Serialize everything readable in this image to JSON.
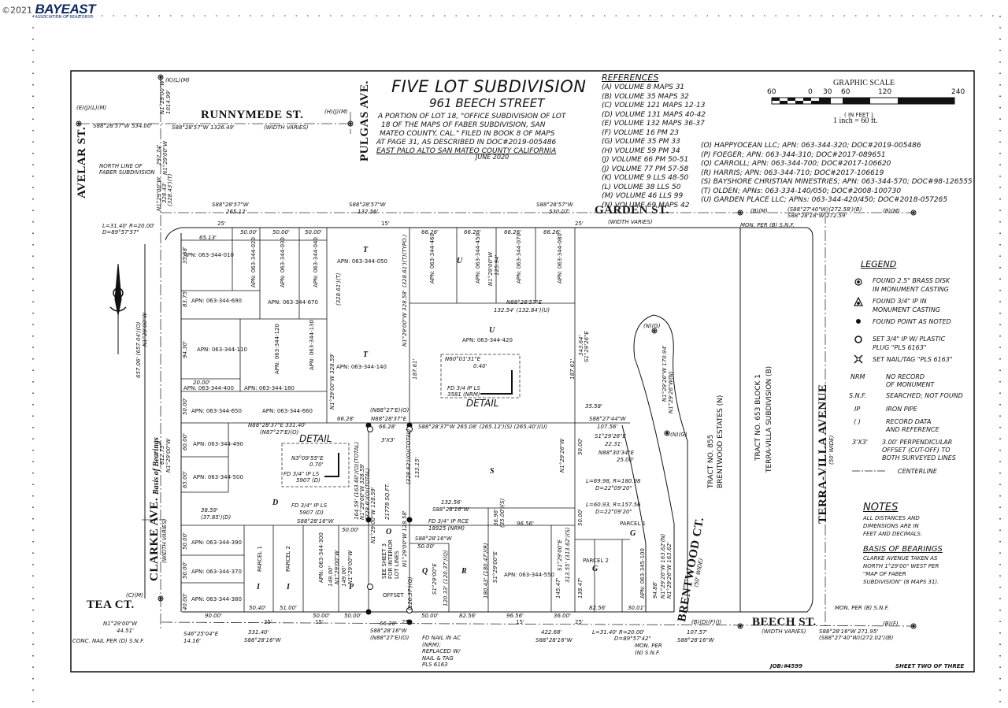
{
  "watermark": {
    "copyright": "©2021",
    "logo": "BAYEAST",
    "logo_sub": "ASSOCIATION OF REALTORS®"
  },
  "title": {
    "main": "FIVE LOT SUBDIVISION",
    "address": "961 BEECH STREET",
    "desc_lines": [
      "A PORTION OF LOT 18, \"OFFICE SUBDIVISION OF LOT",
      "18 OF THE MAPS OF FABER SUBDIVISION, SAN",
      "MATEO COUNTY, CAL.\" FILED IN BOOK 8 OF MAPS",
      "AT PAGE 31, AS DESCRIBED IN DOC#2019-005486",
      "EAST PALO ALTO  SAN MATEO COUNTY  CALIFORNIA"
    ],
    "date": "JUNE 2020"
  },
  "references": {
    "heading": "REFERENCES",
    "items": [
      "(A)  VOLUME 8 MAPS 31",
      "(B)  VOLUME 35 MAPS 32",
      "(C)  VOLUME 121 MAPS 12-13",
      "(D)  VOLUME 131 MAPS 40-42",
      "(E)  VOLUME 132 MAPS 36-37",
      "(F)  VOLUME 16 PM 23",
      "(G)  VOLUME 35 PM 33",
      "(H)  VOLUME 59 PM 34",
      "(J)  VOLUME 66 PM 50-51",
      "(J)  VOLUME 77 PM 57-58",
      "(K)  VOLUME 9 LLS 48-50",
      "(L)  VOLUME 38 LLS 50",
      "(M)  VOLUME 46 LLS 99",
      "(N)  VOLUME 69 MAPS 42"
    ],
    "owners": [
      "(O)  HAPPYOCEAN LLC;  APN: 063-344-320;  DOC#2019-005486",
      "(P)  FOEGER;  APN: 063-344-310;  DOC#2017-089651",
      "(Q)  CARROLL;  APN: 063-344-700;  DOC#2017-106620",
      "(R)  HARRIS;  APN: 063-344-710;  DOC#2017-106619",
      "(S)  BAYSHORE CHRISTIAN MINESTRIES;  APN: 063-344-570;  DOC#98-126555",
      "(T)  OLDEN;  APNs: 063-334-140/050;  DOC#2008-100730",
      "(U)  GARDEN PLACE LLC;  APNs: 063-344-420/450;  DOC#2018-057265"
    ]
  },
  "scale": {
    "heading": "GRAPHIC SCALE",
    "ticks": [
      "60",
      "0",
      "30",
      "60",
      "120",
      "240"
    ],
    "unit": "( IN FEET )",
    "ratio": "1 inch = 60 ft."
  },
  "legend": {
    "heading": "LEGEND",
    "symbols": [
      {
        "icon": "brass-disk",
        "text": [
          "FOUND 2.5\" BRASS DISK",
          "IN MONUMENT CASTING"
        ]
      },
      {
        "icon": "iron-pipe",
        "text": [
          "FOUND 3/4\" IP IN",
          "MONUMENT CASTING"
        ]
      },
      {
        "icon": "found-point",
        "text": [
          "FOUND POINT AS NOTED"
        ]
      },
      {
        "icon": "set-pipe",
        "text": [
          "SET 3/4\" IP W/ PLASTIC",
          "PLUG \"PLS 6163\""
        ]
      },
      {
        "icon": "set-nail",
        "text": [
          "SET NAIL/TAG \"PLS 6163\""
        ]
      }
    ],
    "abbreviations": [
      {
        "key": "NRM",
        "text": [
          "NO RECORD",
          "OF MONUMENT"
        ]
      },
      {
        "key": "S.N.F.",
        "text": [
          "SEARCHED; NOT FOUND"
        ]
      },
      {
        "key": "IP",
        "text": [
          "IRON PIPE"
        ]
      },
      {
        "key": "( )",
        "text": [
          "RECORD DATA",
          "AND REFERENCE"
        ]
      },
      {
        "key": "3'X3'",
        "text": [
          "3.00' PERPENDICULAR",
          "OFFSET (CUT-OFF) TO",
          "BOTH SURVEYED LINES"
        ]
      },
      {
        "key": "",
        "text": [
          "CENTERLINE"
        ]
      }
    ]
  },
  "notes": {
    "heading": "NOTES",
    "lines": [
      "ALL DISTANCES AND",
      "DIMENSIONS ARE IN",
      "FEET AND DECIMALS."
    ],
    "bearings_heading": "BASIS OF BEARINGS",
    "bearings_lines": [
      "CLARKE AVENUE TAKEN AS",
      "NORTH 1°29'00\" WEST PER",
      "\"MAP OF FABER",
      "SUBDIVISION\" (8 MAPS 31)."
    ]
  },
  "streets": {
    "runnymede": "RUNNYMEDE ST.",
    "pulgas": "PULGAS AVE.",
    "avelar": "AVELAR ST.",
    "garden": "GARDEN ST.",
    "garden_width": "(WIDTH VARIES)",
    "clarke": "CLARKE AVE.",
    "clarke_width": "(WIDTH VARIES)",
    "tea": "TEA CT.",
    "beech": "BEECH ST.",
    "beech_width": "(WIDTH VARIES)",
    "brentwood": "BRENTWOOD CT.",
    "brentwood_width": "(50' WIDE)",
    "terra": "TERRA-VILLA AVENUE",
    "terra_width": "(50' WIDE)",
    "runnymede_width": "(WIDTH VARIES)"
  },
  "tracts": {
    "tract855": "TRACT NO. 855",
    "tract855_sub": "BRENTWOOD ESTATES (N)",
    "tract653": "TRACT NO. 653 BLOCK 1",
    "tract653_sub": "TERRA-VILLA SUBDIVISION (B)"
  },
  "labels": {
    "basis": "Basis of Bearings",
    "faber": "NORTH LINE OF",
    "faber2": "FABER SUBDIVISION",
    "detail": "DETAIL",
    "job": "JOB:#4599",
    "sheet": "SHEET TWO OF THREE",
    "offset": "OFFSET",
    "see_sheet": "SEE SHEET 3",
    "interior": "FOR INTERIOR",
    "lot_lines": "LOT LINES",
    "mon_per_b": "MON. PER (B) S.N.F.",
    "mon_per_b2": "MON. PER (B) S.N.F.",
    "conc_nail": "CONC. NAIL PER (D) S.N.F.",
    "fd_nail": [
      "FD NAIL IN AC",
      "(NRM);",
      "REPLACED W/",
      "NAIL & TAG",
      "PLS 6163"
    ],
    "mon_per_n": [
      "MON. PER",
      "(N) S.N.F."
    ]
  },
  "parcels": {
    "apn_010": "APN: 063-344-010",
    "apn_020": "APN: 063-344-020",
    "apn_030": "APN: 063-344-030",
    "apn_040": "APN: 063-344-040",
    "apn_050": "APN: 063-344-050",
    "apn_690": "APN: 063-344-690",
    "apn_670": "APN: 063-344-670",
    "apn_110": "APN: 063-344-110",
    "apn_120": "APN: 063-344-120",
    "apn_130": "APN: 063-344-130",
    "apn_140": "APN: 063-344-140",
    "apn_400": "APN: 063-344-400",
    "apn_180": "APN: 063-344-180",
    "apn_650": "APN: 063-344-650",
    "apn_660": "APN: 063-344-660",
    "apn_490": "APN: 063-344-490",
    "apn_500": "APN: 063-344-500",
    "apn_390": "APN: 063-344-390",
    "apn_370": "APN: 063-344-370",
    "apn_380": "APN: 063-344-380",
    "apn_300": "APN: 063-344-300",
    "apn_460": "APN: 063-344-460",
    "apn_450": "APN: 063-344-450",
    "apn_070": "APN: 063-344-070",
    "apn_080": "APN: 063-344-080",
    "apn_420": "APN: 063-344-420",
    "apn_550": "APN: 063-344-550",
    "apn_100": "APN: 063-345-100"
  },
  "dims": {
    "d1": "S88°28'57\"W 534.00'",
    "d2": "S88°28'57\"W 1326.49'",
    "d3": "N1°29'00\"W",
    "d4": "1014.99'",
    "d5": "S88°28'57\"W",
    "d6": "265.12'",
    "d7": "S88°28'57\"W",
    "d8": "132.56'",
    "d9": "S88°28'57\"W",
    "d10": "530.07'",
    "d11": "(S88°27'40\"W)(272.58')(B)",
    "d12": "S88°28'18\"W 272.59'",
    "d13": "L=31.40' R=20.00'",
    "d14": "D=89°57'57\"",
    "d15": "65.13'",
    "d16": "50.00'",
    "d17": "50.00'",
    "d18": "50.00'",
    "d19": "66.26'",
    "d20": "66.26'",
    "d21": "66.26'",
    "d22": "66.26'",
    "d23": "N88°28'57\"E",
    "d24": "132.54' (132.84')(U)",
    "d25": "N60°01'31\"E",
    "d26": "0.40'",
    "d27": "FD 3/4 IP LS",
    "d28": "3581 (NRM)",
    "d29": "(N88°27'E)(O)",
    "d30": "N88°28'37\"E",
    "d31": "66.28'",
    "d32": "66.28'",
    "d33": "S88°28'37\"W 265.08' (265.12')(S) (265.40')(U)",
    "d34": "N88°28'37\"E 331.40'",
    "d35": "(N87°27'E)(O)",
    "d36": "N3°09'55\"E",
    "d37": "0.70'",
    "d38": "FD 3/4\" IP LS",
    "d39": "5907 (D)",
    "d40": "FD 3/4\" IP LS",
    "d41": "5907 (D)",
    "d42": "38.59'",
    "d43": "(37.85')(D)",
    "d44": "S88°28'16\"W",
    "d45": "132.56'",
    "d46": "S88°28'16\"W",
    "d47": "96.56'",
    "d48": "FD 3/4\" IP RCE",
    "d49": "18925 (NRM)",
    "d50": "S88°28'16\"W",
    "d51": "50.00'",
    "d52": "331.40'",
    "d53": "S88°28'16\"W",
    "d54": "66.28'",
    "d55": "S88°28'16\"W",
    "d56": "(N88°27'E)(O)",
    "d57": "422.68'",
    "d58": "S88°28'16\"W",
    "d59": "L=31.40' R=20.00'",
    "d60": "D=89°57'42\"",
    "d61": "107.57'",
    "d62": "S88°28'16\"W",
    "d63": "S88°28'16\"W 271.95'",
    "d64": "(S88°27'40\"W)(272.02')(B)",
    "d65": "S46°25'04\"E",
    "d66": "14.16'",
    "d67": "N1°29'00\"W",
    "d68": "44.51'",
    "d69": "S88°27'44\"W",
    "d70": "107.56'",
    "d71": "S1°29'26\"E",
    "d72": "22.31'",
    "d73": "N88°30'34\"E",
    "d74": "25.00'",
    "d75": "L=69.98, R=180.98",
    "d76": "D=22°09'20\"",
    "d77": "L=60.93, R=157.56",
    "d78": "D=22°09'20\"",
    "d79": "82.56'",
    "d80": "30.01'",
    "d81": "82.56'",
    "d82": "96.56'",
    "d83": "36.00'",
    "d84": "90.00'",
    "d85": "50.40'",
    "d86": "51.00'",
    "d87": "50.00'",
    "d88": "50.00'",
    "d89": "50.00'",
    "d90": "50.00'",
    "d91": "20.00'",
    "d92": "35.58'",
    "d93": "83.75'",
    "d94": "94.30'",
    "d95": "50.00'",
    "d96": "60.00'",
    "d97": "65.00'",
    "d98": "50.00'",
    "d99": "50.00'",
    "d100": "40.00'",
    "d101": "343.64'",
    "d102": "S1°29'26\"E",
    "d103": "187.61'",
    "d104": "187.61'",
    "d105": "N1°29'26\"W",
    "d106": "50.00'",
    "d107": "50.00'",
    "d108": "313.55' (313.62')(S)",
    "d109": "S1°29'00\"E",
    "d110": "145.47'",
    "d111": "138.47'",
    "d112": "94.88'",
    "d113": "N1°29'26\"W 170.94'",
    "d114": "N1°29'26\"W(N)",
    "d115": "N1°29'26\"W 163.62'(N)",
    "d116": "N1°29'26\"W 163.62'",
    "d117": "N1°29'00\"W 328.59'",
    "d118": "(328.61')(T)",
    "d119": "N1°29'00\"W 328.58'",
    "d120": "(328.61')(T)(TYPO.)",
    "d121": "(328.43')(T)",
    "d122": "N1°29'00\"W",
    "d123": "328.43'",
    "d124": "N1°29'00\"W",
    "d125": "292.74'",
    "d126": "N1°29'00\"W",
    "d127": "657.06' (657.04')(O)",
    "d128": "N1°29'00\"W",
    "d129": "612.73'",
    "d130": "N1°29'00\"W",
    "d131": "125.94'",
    "d132": "(328.62')(O)(TOTAL)",
    "d133": "164.59' (163.60')(O)(TOTAL)",
    "d134": "N1°29'00\"W 328.59'",
    "d135": "(328.6')(O)(TOTAL)",
    "d136": "N1°29'00\"W 128.59'",
    "d137": "21778 SQ.FT.",
    "d138": "133.15'",
    "d139": "36.96'",
    "d140": "(35.00')(S)",
    "d141": "N1°29'00\"W 128.58'",
    "d142": "(120.37')(Q)",
    "d143": "120.33' (120.37')(Q)",
    "d144": "S1°29'00\"E",
    "d145": "180.43' (180.47')(R)",
    "d146": "S1°29'00\"E",
    "d147": "N1°29'00\"W",
    "d148": "149.00'",
    "d149": "N1°29'00\"W",
    "d150": "149.00'",
    "d151": "(K)(L)(M)",
    "d152": "(H)(J)(M)",
    "d153": "(E)(J)(L)(M)",
    "d154": "(C)(M)",
    "d155": "(B)(M)",
    "d156": "(B)(M)",
    "d157": "(B)(F)",
    "d158": "(B)(D)(F)(J)",
    "d159": "(N)(G)",
    "d160": "(N)(G)",
    "d161": "3'X3'",
    "d162": "25'",
    "d163": "15'",
    "d164": "25'",
    "d165": "25'",
    "d166": "15'",
    "d167": "25'",
    "d168": "15'",
    "d169": "25'"
  },
  "lots": [
    "T",
    "U",
    "T",
    "U",
    "S",
    "D",
    "O",
    "Q",
    "R",
    "P",
    "I",
    "I",
    "G",
    "G"
  ],
  "parcel_words": {
    "p1": "PARCEL 1",
    "p2": "PARCEL 2",
    "p3": "PARCEL 2",
    "p4": "PARCEL 1"
  }
}
